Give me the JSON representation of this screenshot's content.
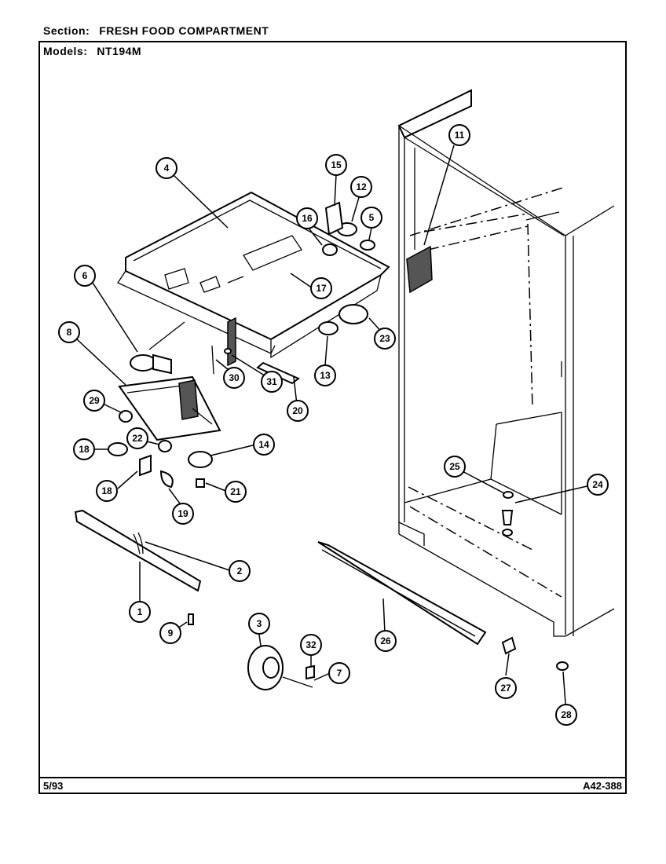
{
  "header": {
    "section_label": "Section:",
    "section_value": "FRESH FOOD COMPARTMENT",
    "models_label": "Models:",
    "models_value": "NT194M"
  },
  "footer": {
    "date": "5/93",
    "drawing_code": "A42-388"
  },
  "callouts": [
    {
      "id": "c1",
      "label": "1"
    },
    {
      "id": "c2",
      "label": "2"
    },
    {
      "id": "c3",
      "label": "3"
    },
    {
      "id": "c4",
      "label": "4"
    },
    {
      "id": "c5",
      "label": "5"
    },
    {
      "id": "c6",
      "label": "6"
    },
    {
      "id": "c7",
      "label": "7"
    },
    {
      "id": "c8",
      "label": "8"
    },
    {
      "id": "c9",
      "label": "9"
    },
    {
      "id": "c11",
      "label": "11"
    },
    {
      "id": "c12",
      "label": "12"
    },
    {
      "id": "c13",
      "label": "13"
    },
    {
      "id": "c14",
      "label": "14"
    },
    {
      "id": "c15",
      "label": "15"
    },
    {
      "id": "c16",
      "label": "16"
    },
    {
      "id": "c17",
      "label": "17"
    },
    {
      "id": "c18",
      "label": "18"
    },
    {
      "id": "c18b",
      "label": "18"
    },
    {
      "id": "c19",
      "label": "19"
    },
    {
      "id": "c20",
      "label": "20"
    },
    {
      "id": "c21",
      "label": "21"
    },
    {
      "id": "c22",
      "label": "22"
    },
    {
      "id": "c23",
      "label": "23"
    },
    {
      "id": "c24",
      "label": "24"
    },
    {
      "id": "c25",
      "label": "25"
    },
    {
      "id": "c26",
      "label": "26"
    },
    {
      "id": "c27",
      "label": "27"
    },
    {
      "id": "c28",
      "label": "28"
    },
    {
      "id": "c29",
      "label": "29"
    },
    {
      "id": "c30",
      "label": "30"
    },
    {
      "id": "c31",
      "label": "31"
    },
    {
      "id": "c32",
      "label": "32"
    }
  ]
}
